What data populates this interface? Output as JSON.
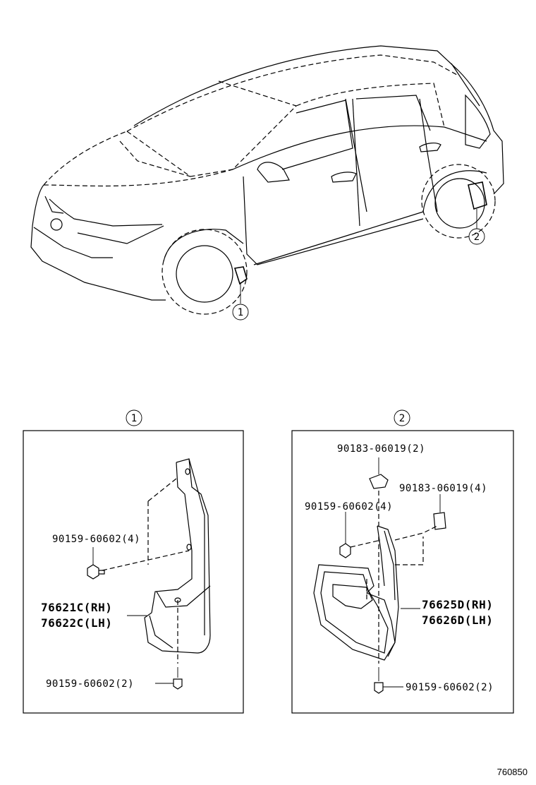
{
  "callouts": {
    "front": "1",
    "rear": "2"
  },
  "panel_front": {
    "heading": "1",
    "bolt_top": "90159-60602(4)",
    "mudguard_rh": "76621C(RH)",
    "mudguard_lh": "76622C(LH)",
    "bolt_bottom": "90159-60602(2)"
  },
  "panel_rear": {
    "heading": "2",
    "clip_top": "90183-06019(2)",
    "clip_side": "90183-06019(4)",
    "bolt_top": "90159-60602(4)",
    "mudguard_rh": "76625D(RH)",
    "mudguard_lh": "76626D(LH)",
    "bolt_bottom": "90159-60602(2)"
  },
  "diagram_id": "760850"
}
